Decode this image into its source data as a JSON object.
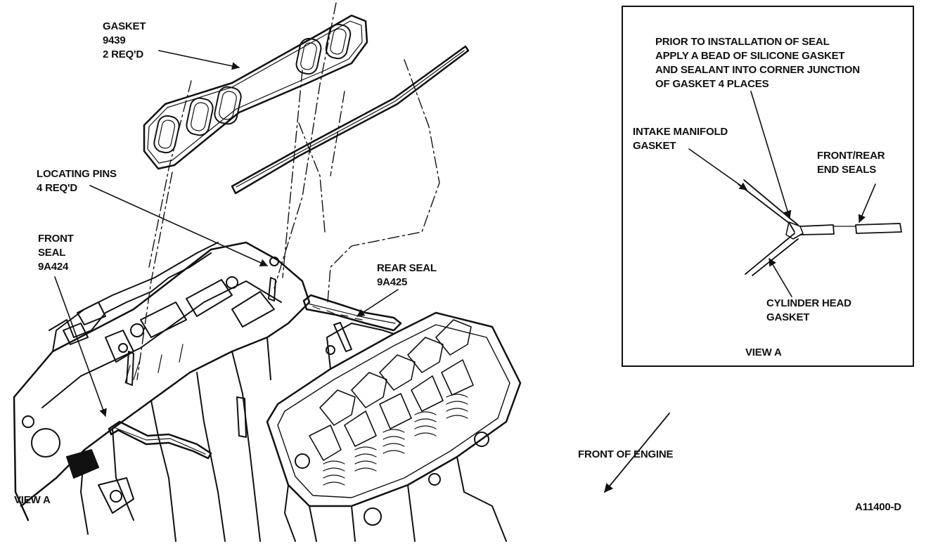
{
  "labels": {
    "gasket": [
      "GASKET",
      "9439",
      "2 REQ'D"
    ],
    "locating_pins": [
      "LOCATING PINS",
      "4 REQ'D"
    ],
    "front_seal": [
      "FRONT",
      "SEAL",
      "9A424"
    ],
    "rear_seal": [
      "REAR SEAL",
      "9A425"
    ],
    "view_a_left": "VIEW A",
    "front_of_engine": "FRONT OF ENGINE",
    "figure_id": "A11400-D"
  },
  "view_a": {
    "note": [
      "PRIOR TO INSTALLATION OF SEAL",
      "APPLY A BEAD OF SILICONE GASKET",
      "AND SEALANT INTO CORNER JUNCTION",
      "OF GASKET 4 PLACES"
    ],
    "intake_manifold_gasket": [
      "INTAKE MANIFOLD",
      "GASKET"
    ],
    "end_seals": [
      "FRONT/REAR",
      "END SEALS"
    ],
    "cylinder_head_gasket": [
      "CYLINDER HEAD",
      "GASKET"
    ],
    "caption": "VIEW A"
  },
  "colors": {
    "ink": "#111111",
    "paper": "#ffffff"
  }
}
